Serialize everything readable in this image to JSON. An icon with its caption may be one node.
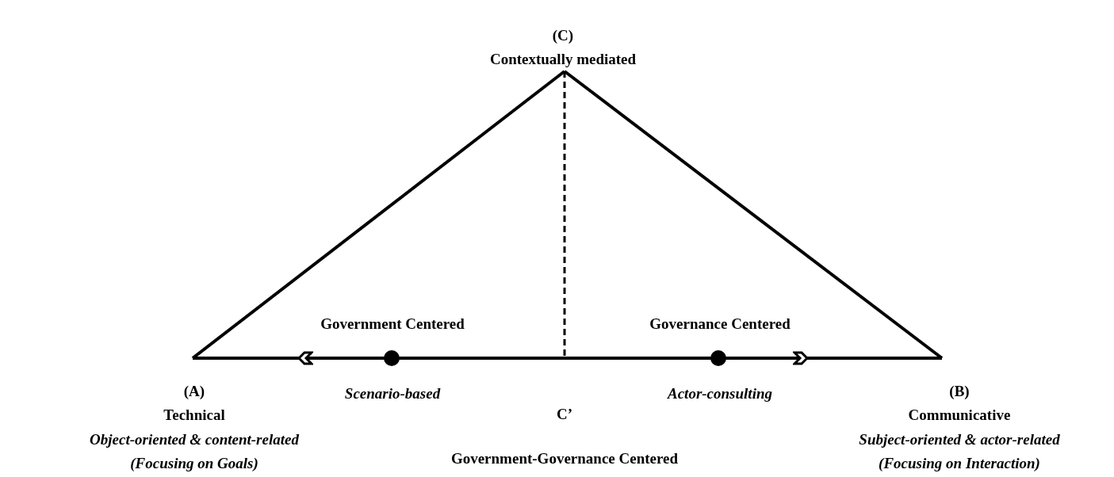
{
  "diagram": {
    "nodes": [
      {
        "text": [
          "(C)",
          "Contextually mediated"
        ]
      },
      {
        "text": [
          "(A)",
          "Technical",
          "Object-oriented & content-related",
          "(Focusing on Goals)"
        ]
      },
      {
        "text": [
          "(B)",
          "Communicative",
          "Subject-oriented & actor-related",
          "(Focusing on Interaction)"
        ]
      },
      {
        "text": [
          "C’",
          "Government-Governance  Centered"
        ]
      }
    ],
    "edges": [
      {
        "from": 1,
        "to": 0,
        "arrow": "none"
      },
      {
        "from": 0,
        "to": 2,
        "arrow": "none"
      },
      {
        "from": 0,
        "to": 3,
        "arrow": "none",
        "style": "dashed"
      },
      {
        "from": 3,
        "to": 1,
        "arrow": "to"
      },
      {
        "from": 3,
        "to": 2,
        "arrow": "to"
      }
    ],
    "labels": [
      "Government Centered",
      "Governance Centered",
      "Scenario-based",
      "Actor-consulting"
    ]
  }
}
